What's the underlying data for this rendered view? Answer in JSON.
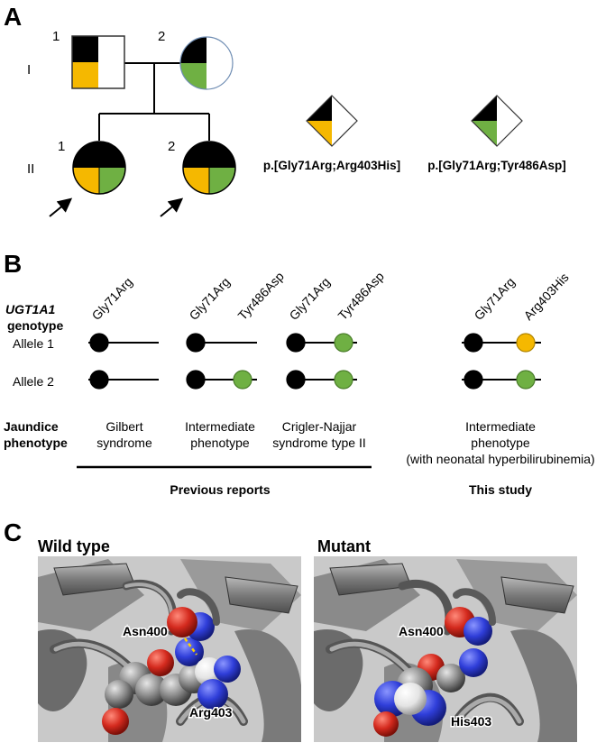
{
  "panel_a": {
    "label": "A",
    "generation_labels": [
      "I",
      "II"
    ],
    "individual_numbers": [
      "1",
      "2",
      "1",
      "2"
    ],
    "legend": [
      {
        "text": "p.[Gly71Arg;Arg403His]",
        "variant_color": "#f5b800"
      },
      {
        "text": "p.[Gly71Arg;Tyr486Asp]",
        "variant_color": "#6fb043"
      }
    ]
  },
  "panel_b": {
    "label": "B",
    "genotype_label_gene": "UGT1A1",
    "genotype_label_word": "genotype",
    "allele_labels": [
      "Allele 1",
      "Allele 2"
    ],
    "phenotype_label_line1": "Jaundice",
    "phenotype_label_line2": "phenotype",
    "variant_labels": [
      "Gly71Arg",
      "Gly71Arg",
      "Tyr486Asp",
      "Gly71Arg",
      "Tyr486Asp",
      "Gly71Arg",
      "Arg403His"
    ],
    "phenotypes": [
      {
        "line1": "Gilbert",
        "line2": "syndrome",
        "line3": ""
      },
      {
        "line1": "Intermediate",
        "line2": "phenotype",
        "line3": ""
      },
      {
        "line1": "Crigler-Najjar",
        "line2": "syndrome type II",
        "line3": ""
      },
      {
        "line1": "Intermediate",
        "line2": "phenotype",
        "line3": "(with neonatal hyperbilirubinemia)"
      }
    ],
    "group_labels": [
      "Previous reports",
      "This study"
    ]
  },
  "panel_c": {
    "label": "C",
    "wild_type_title": "Wild type",
    "mutant_title": "Mutant",
    "wild_residue_labels": [
      "Asn400",
      "Arg403"
    ],
    "mutant_residue_labels": [
      "Asn400",
      "His403"
    ]
  },
  "colors": {
    "black": "#000000",
    "yellow": "#f5b800",
    "green": "#6fb043",
    "carbon_gray": "#8c8c8c",
    "oxygen_red": "#d42a1e",
    "nitrogen_blue": "#2f3ed9",
    "protein_bg": "#b5b5b5"
  }
}
